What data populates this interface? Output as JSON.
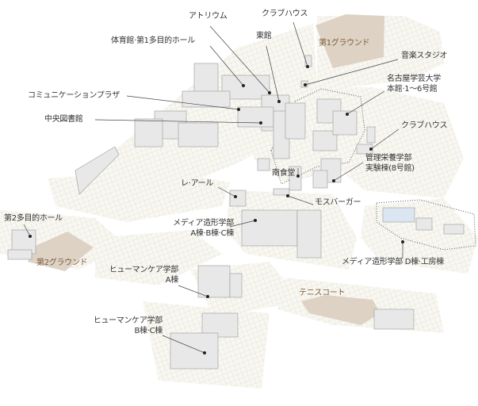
{
  "labels": {
    "atrium": "アトリウム",
    "gym": "体育館·第1多目的ホール",
    "east_hall": "東館",
    "clubhouse_north": "クラブハウス",
    "ground1": "第1グラウンド",
    "music_studio": "音楽スタジオ",
    "main_hall_1": "名古屋学芸大学",
    "main_hall_2": "本館·1～6号館",
    "comm_plaza": "コミュニケーションプラザ",
    "library": "中央図書館",
    "clubhouse_east": "クラブハウス",
    "nutrition_1": "管理栄養学部",
    "nutrition_2": "実験棟(8号館)",
    "south_cafeteria": "南食堂",
    "les_halles": "レ·アール",
    "mos_burger": "モスバーガー",
    "hall2": "第2多目的ホール",
    "media_abc_1": "メディア造形学部",
    "media_abc_2": "A棟·B棟·C棟",
    "media_d": "メディア造形学部 D棟·工房棟",
    "ground2": "第2グラウンド",
    "humancare_a_1": "ヒューマンケア学部",
    "humancare_a_2": "A棟",
    "tennis": "テニスコート",
    "humancare_bc_1": "ヒューマンケア学部",
    "humancare_bc_2": "B棟·C棟"
  },
  "colors": {
    "ground": "#ddd2c4",
    "ground_text": "#7a5c3a",
    "grid": "#e4e2d6",
    "block": "#f7f6f0",
    "building": "#e6e6e6"
  }
}
